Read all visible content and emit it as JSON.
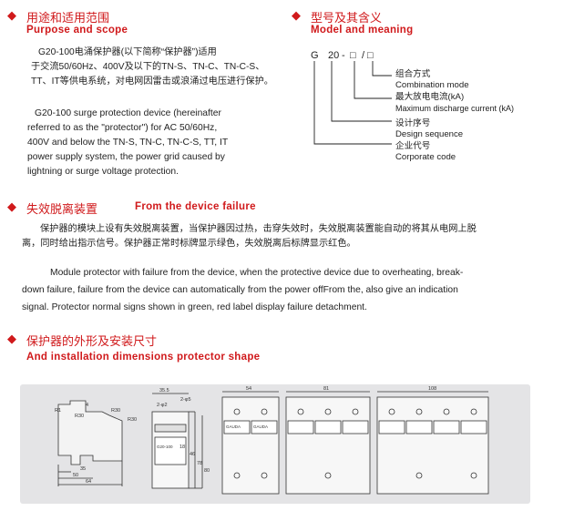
{
  "purpose": {
    "title_cn": "用途和适用范围",
    "title_en": "Purpose and scope",
    "cn_lines": [
      "G20-100电涌保护器(以下简称“保护器”)适用",
      "于交流50/60Hz、400V及以下的TN-S、TN-C、TN-C-S、",
      "TT、IT等供电系统，对电网因雷击或浪涌过电压进行保护。"
    ],
    "en_lines": [
      "G20-100 surge protection device (hereinafter",
      "referred to as the \"protector\") for AC 50/60Hz,",
      "400V and below the TN-S, TN-C, TN-C-S, TT, IT",
      "power supply system, the power grid caused by",
      "lightning or surge voltage protection."
    ]
  },
  "model": {
    "title_cn": "型号及其含义",
    "title_en": "Model and meaning",
    "code_parts": [
      "G",
      "20",
      "-",
      "□",
      "/",
      "□"
    ],
    "labels": [
      {
        "cn": "组合方式",
        "en": "Combination mode"
      },
      {
        "cn": "最大放电电流(kA)",
        "en": "Maximum discharge current (kA)"
      },
      {
        "cn": "设计序号",
        "en": "Design sequence"
      },
      {
        "cn": "企业代号",
        "en": "Corporate code"
      }
    ]
  },
  "failure": {
    "title_cn": "失效脱离装置",
    "title_en": "From the device failure",
    "cn_lines": [
      "保护器的模块上设有失效脱离装置，当保护器因过热，击穿失效时，失效脱离装置能自动的将其从电网上脱",
      "离，同时给出指示信号。保护器正常时标牌显示绿色，失效脱离后标牌显示红色。"
    ],
    "en_lines": [
      "Module protector with failure from the device, when the protective device due to overheating, break-",
      "down failure, failure from the device can automatically from the power offFrom the, also give an indication",
      "signal. Protector normal signs shown in green, red label display failure detachment."
    ]
  },
  "shape": {
    "title_cn": "保护器的外形及安装尺寸",
    "title_en": "And installation dimensions protector shape"
  },
  "drawing": {
    "profile_dims": [
      "R1",
      "4",
      "R30",
      "R30",
      "R30",
      "35",
      "50",
      "64"
    ],
    "side_dims": [
      "35.5",
      "2-φ2",
      "2-φ5",
      "18",
      "46",
      "78",
      "80"
    ],
    "width_dims": [
      "54",
      "81",
      "108"
    ],
    "label_brand": "GAUDA",
    "label_model": "G20-100"
  }
}
